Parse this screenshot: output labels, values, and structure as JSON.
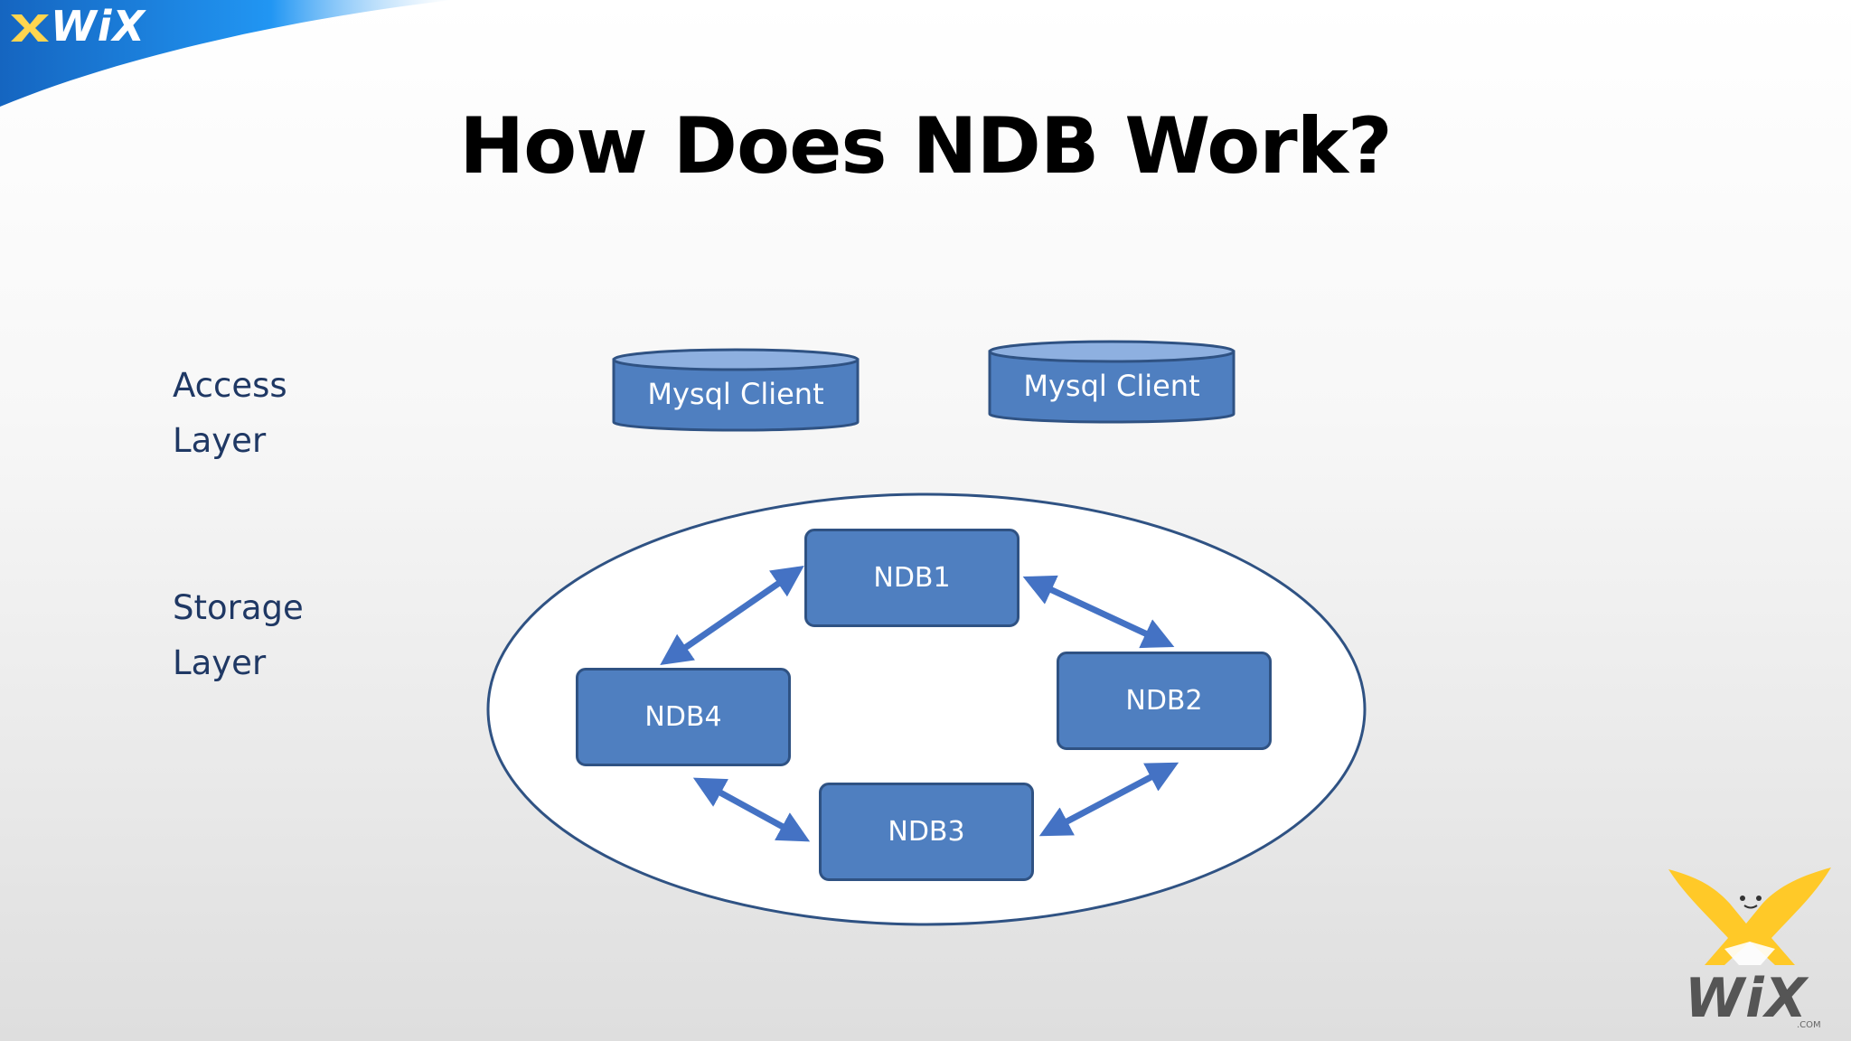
{
  "header": {
    "logo_text": "WiX"
  },
  "title": "How Does NDB Work?",
  "layers": {
    "access": [
      "Access",
      "Layer"
    ],
    "storage": [
      "Storage",
      "Layer"
    ]
  },
  "clients": [
    {
      "label": "Mysql Client"
    },
    {
      "label": "Mysql Client"
    }
  ],
  "nodes": [
    {
      "id": "ndb1",
      "label": "NDB1"
    },
    {
      "id": "ndb2",
      "label": "NDB2"
    },
    {
      "id": "ndb3",
      "label": "NDB3"
    },
    {
      "id": "ndb4",
      "label": "NDB4"
    }
  ],
  "connections": [
    {
      "from": "NDB1",
      "to": "NDB2",
      "direction": "bidirectional"
    },
    {
      "from": "NDB2",
      "to": "NDB3",
      "direction": "bidirectional"
    },
    {
      "from": "NDB3",
      "to": "NDB4",
      "direction": "bidirectional"
    },
    {
      "from": "NDB4",
      "to": "NDB1",
      "direction": "bidirectional"
    }
  ],
  "brand": {
    "logo_text": "WiX",
    "sub_text": ".COM"
  },
  "colors": {
    "node_fill": "#4f7fc0",
    "node_border": "#2f5283",
    "arrow": "#4472c4",
    "ellipse_border": "#2f5283",
    "label_text": "#1f3864",
    "swoosh": "#1e88e5"
  }
}
